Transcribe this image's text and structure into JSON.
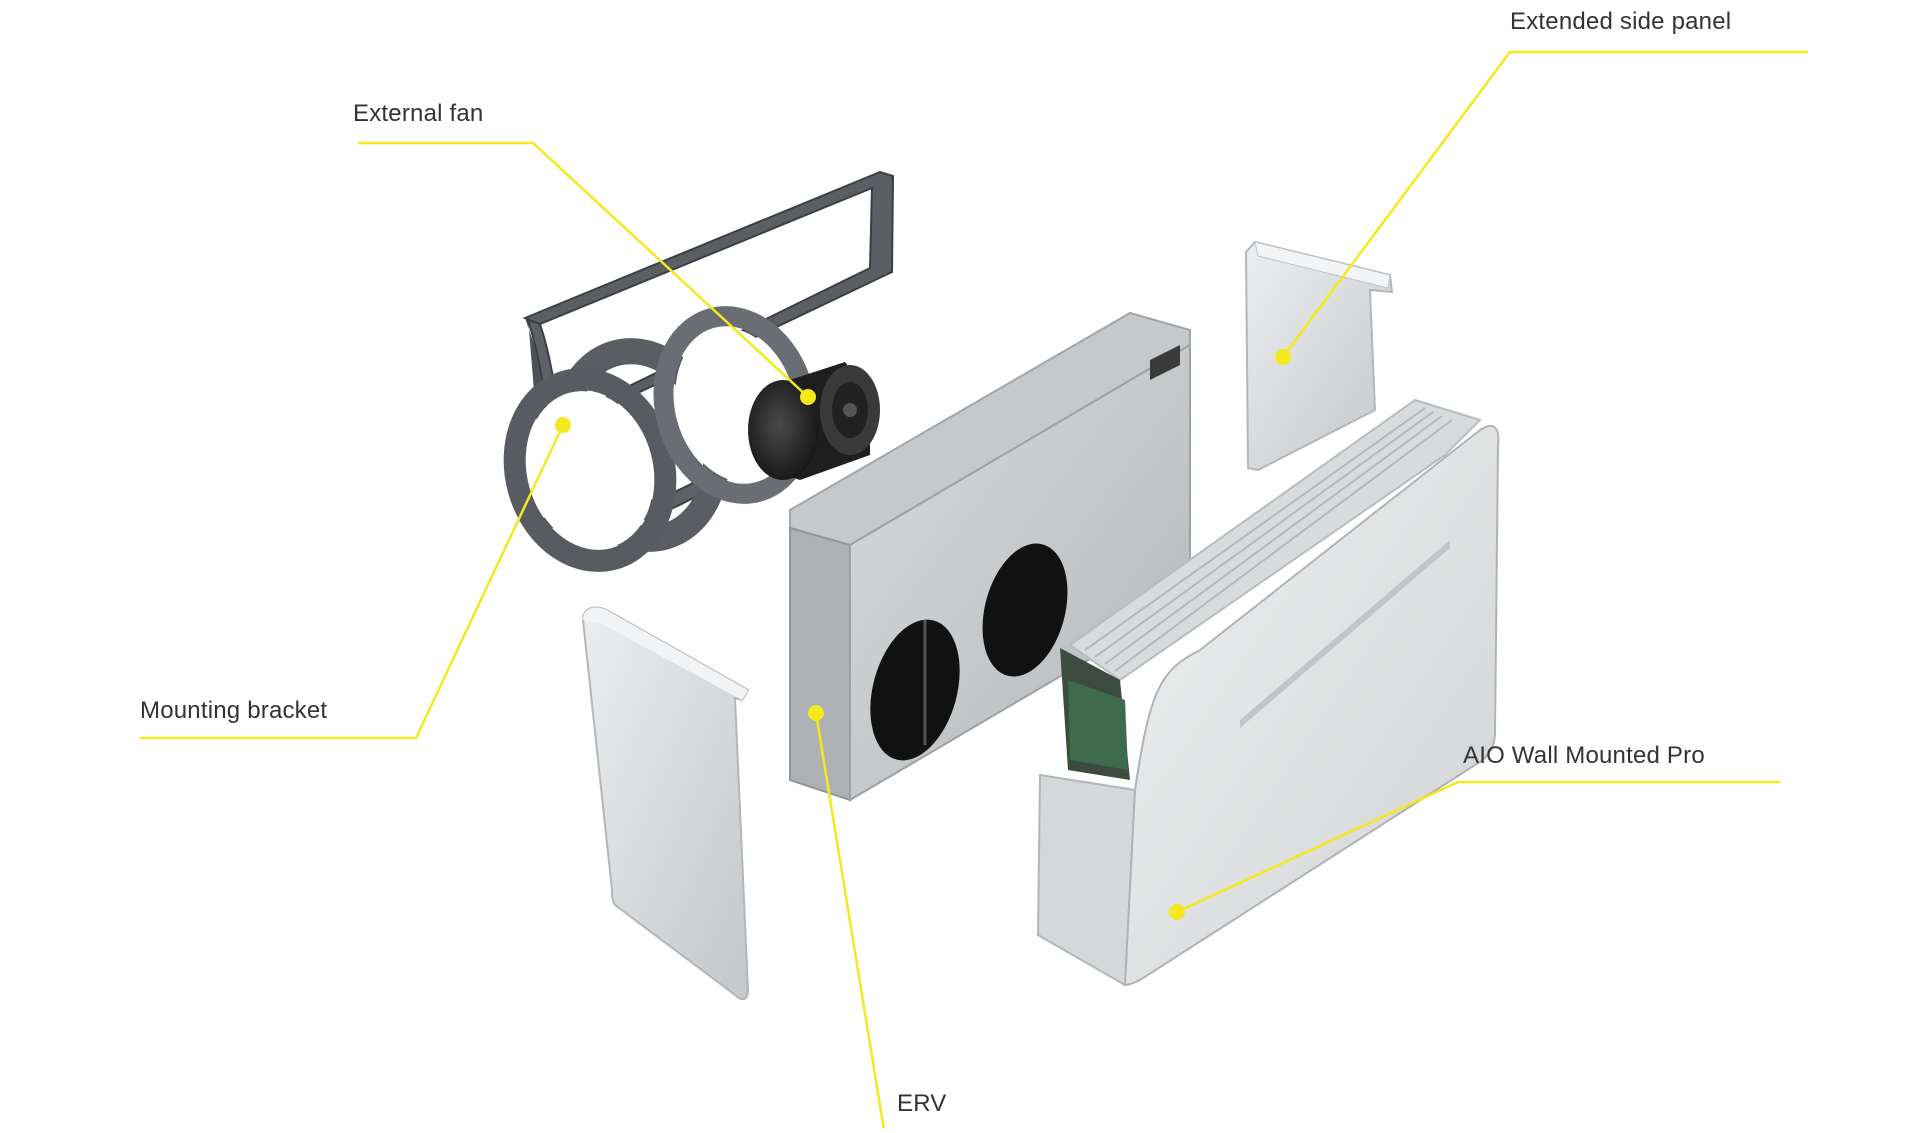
{
  "colors": {
    "leader_line": "#f5e81c",
    "label_text": "#333333",
    "panel_light": "#e3e5e6",
    "panel_mid": "#c9cccd",
    "panel_dark": "#a9adaf",
    "bracket": "#5a5d60",
    "fan": "#2a2a2a",
    "pcb": "#3e6b4e"
  },
  "callouts": [
    {
      "id": "extended-side-panel",
      "label": "Extended side panel"
    },
    {
      "id": "external-fan",
      "label": "External fan"
    },
    {
      "id": "mounting-bracket",
      "label": "Mounting bracket"
    },
    {
      "id": "aio-wall-mounted-pro",
      "label": "AIO Wall Mounted Pro"
    },
    {
      "id": "erv",
      "label": "ERV"
    }
  ]
}
